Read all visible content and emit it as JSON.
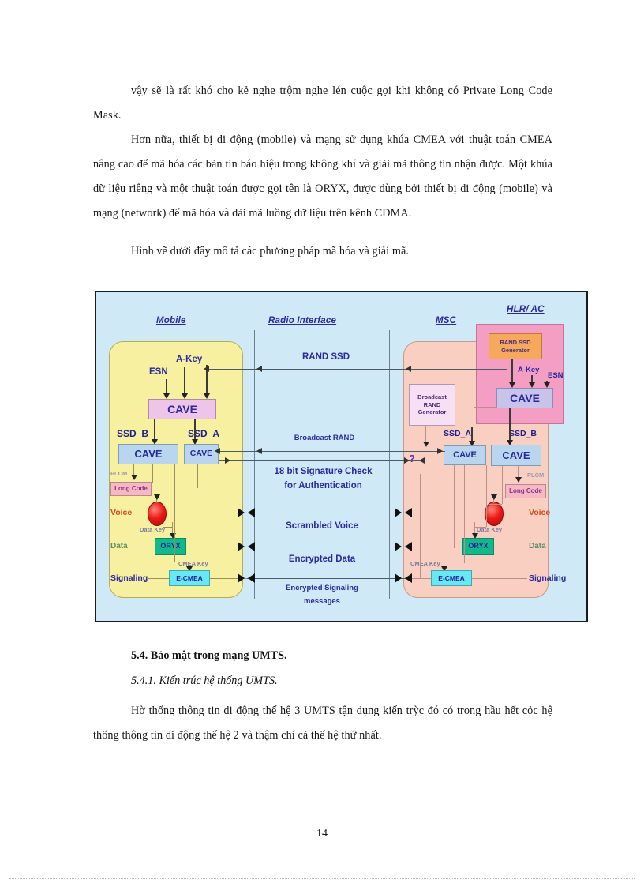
{
  "document": {
    "paragraphs": [
      "vậy sẽ là rất khó cho kẻ nghe trộm nghe lén cuộc gọi khi không có Private Long Code Mask.",
      "Hơn nữa, thiết bị di động (mobile) và mạng sử dụng khúa CMEA với thuật toán CMEA nâng cao để mã hóa các bản tin báo hiệu trong không khí và giải mã thông tin nhận được. Một khúa dữ liệu riêng và một thuật toán được gọi tên là ORYX, được dùng bởi thiết bị di động (mobile) và mạng (network) để mã hóa và dải mã luồng dữ liệu trên kênh CDMA.",
      "Hình vẽ dưới đây mô tả các phương pháp mã hóa và giải mã."
    ],
    "section_heading": "5.4. Bảo mật trong mạng UMTS.",
    "subsection_heading": "5.4.1. Kiến trúc hệ thống UMTS.",
    "closing_paragraph": "Hờ thống thông tin di động thế hệ 3 UMTS tận dụng kiến trỳc đó có trong hầu hết cỏc hệ thống thông tin di động thế hệ 2 và thậm chí cả thế hệ thứ nhất.",
    "page_number": "14"
  },
  "figure": {
    "column_titles": {
      "mobile": "Mobile",
      "radio_interface": "Radio Interface",
      "msc": "MSC",
      "hlr_ac": "HLR/ AC"
    },
    "mobile": {
      "inputs": {
        "esn": "ESN",
        "akey": "A-Key"
      },
      "cave_top": "CAVE",
      "ssd_b": "SSD_B",
      "ssd_a": "SSD_A",
      "cave_b": "CAVE",
      "cave_a": "CAVE",
      "plcm": "PLCM",
      "long_code": "Long Code",
      "voice": "Voice",
      "data_key": "Data Key",
      "data": "Data",
      "oryx": "ORYX",
      "cmea_key": "CMEA Key",
      "signaling": "Signaling",
      "ecmea": "E-CMEA"
    },
    "radio_interface": {
      "rand_ssd": "RAND SSD",
      "broadcast_rand": "Broadcast RAND",
      "signature_check_line1": "18 bit Signature Check",
      "signature_check_line2": "for Authentication",
      "scrambled_voice": "Scrambled Voice",
      "encrypted_data": "Encrypted Data",
      "encrypted_signaling_line1": "Encrypted Signaling",
      "encrypted_signaling_line2": "messages"
    },
    "msc": {
      "broadcast_rand_generator_line1": "Broadcast",
      "broadcast_rand_generator_line2": "RAND",
      "broadcast_rand_generator_line3": "Generator",
      "ssd_a": "SSD_A",
      "cave": "CAVE",
      "question_mark": "?"
    },
    "hlr_ac": {
      "rand_ssd_generator_line1": "RAND SSD",
      "rand_ssd_generator_line2": "Generator",
      "akey": "A-Key",
      "esn": "ESN",
      "cave_top": "CAVE",
      "ssd_b": "SSD_B",
      "cave_b": "CAVE",
      "plcm": "PLCM",
      "long_code": "Long Code",
      "voice": "Voice",
      "data_key": "Data Key",
      "data": "Data",
      "oryx": "ORYX",
      "cmea_key": "CMEA Key",
      "signaling": "Signaling",
      "ecmea": "E-CMEA"
    },
    "colors": {
      "canvas": "#cfe9f7",
      "mobile_panel": "#f6f0a0",
      "msc_panel": "#f9cfc2",
      "hlr_panel": "#f59ec4",
      "cave_top": "#eec4e8",
      "cave": "#b9d6ee",
      "rand_ssd_generator": "#f6a85c",
      "long_code": "#f6b9c4",
      "oryx": "#11b98a",
      "ecmea": "#67e8f2",
      "mixer": "#ee1b18",
      "title_text": "#2a2a9c"
    }
  }
}
